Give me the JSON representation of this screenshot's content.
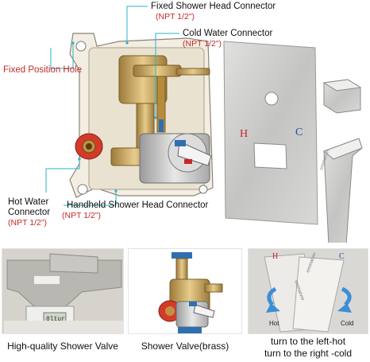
{
  "callouts": {
    "fixed_shower": {
      "name": "Fixed Shower Head Connector",
      "spec": "(NPT 1/2\")"
    },
    "cold_water": {
      "name": "Cold Water Connector",
      "spec": "(NPT 1/2\")"
    },
    "fixed_position": {
      "name": "Fixed Position Hole"
    },
    "hot_water": {
      "name_line1": "Hot Water",
      "name_line2": "Connector",
      "spec": "(NPT 1/2\")"
    },
    "handheld": {
      "name": "Handheld Shower Head Connector",
      "spec": "(NPT 1/2\")"
    }
  },
  "trim_plate": {
    "hot_mark": "H",
    "cold_mark": "C"
  },
  "handle_lever": {
    "brand": "emmatver"
  },
  "panels": {
    "left": {
      "caption": "High-quality  Shower Valve",
      "readout": "8ltur"
    },
    "middle": {
      "caption": "Shower Valve(brass)"
    },
    "right": {
      "hot_mark": "H",
      "cold_mark": "C",
      "brand_left": "emmatver",
      "brand_right": "emmatver",
      "hot_label": "Hot",
      "cold_label": "Cold",
      "caption_line1": "turn to the left-hot",
      "caption_line2": "turn to the right -cold"
    }
  },
  "colors": {
    "accent_red": "#c62828",
    "callout_line": "#2ab3c8",
    "brushed_nickel": "#c9c9c7",
    "brass": "#c8a35a",
    "arrow_blue": "#3a8fd6"
  }
}
